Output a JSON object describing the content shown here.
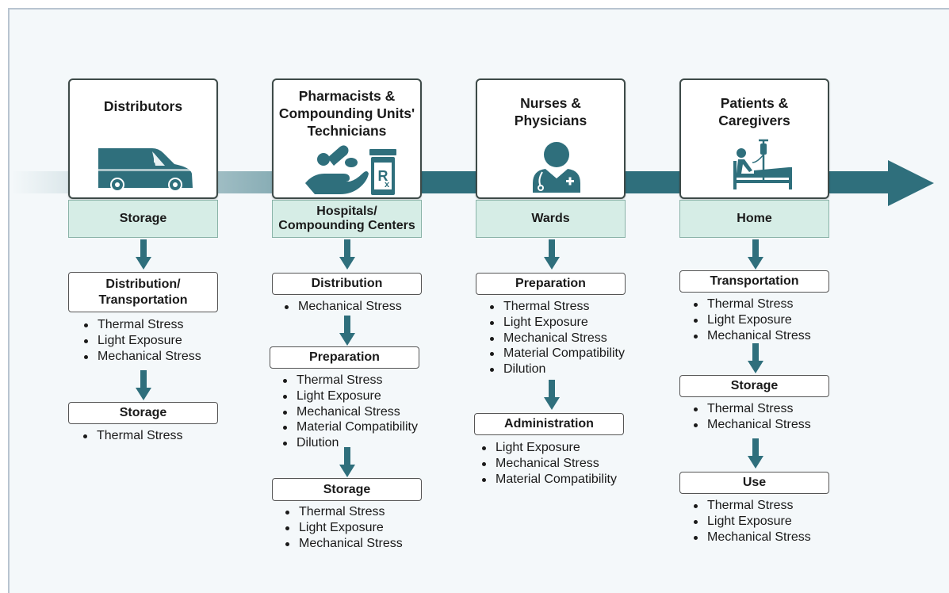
{
  "colors": {
    "timeline_arrow": "#2f6f7c",
    "small_arrow": "#2f6f7c",
    "setting_fill": "#d6ede6",
    "box_border": "#3d4a48"
  },
  "stages": [
    {
      "title": "Distributors",
      "icon": "delivery-van-icon",
      "setting": "Storage",
      "steps": [
        {
          "label": "Distribution/ Transportation",
          "bullets": [
            "Thermal Stress",
            "Light Exposure",
            "Mechanical Stress"
          ]
        },
        {
          "label": "Storage",
          "bullets": [
            "Thermal Stress"
          ]
        }
      ]
    },
    {
      "title": "Pharmacists & Compounding Units' Technicians",
      "icon": "pills-hand-rx-bottle-icon",
      "setting": "Hospitals/ Compounding Centers",
      "steps": [
        {
          "label": "Distribution",
          "bullets": [
            "Mechanical Stress"
          ]
        },
        {
          "label": "Preparation",
          "bullets": [
            "Thermal Stress",
            "Light Exposure",
            "Mechanical Stress",
            "Material Compatibility",
            "Dilution"
          ]
        },
        {
          "label": "Storage",
          "bullets": [
            "Thermal Stress",
            "Light Exposure",
            "Mechanical Stress"
          ]
        }
      ]
    },
    {
      "title": "Nurses & Physicians",
      "icon": "doctor-stethoscope-icon",
      "setting": "Wards",
      "steps": [
        {
          "label": "Preparation",
          "bullets": [
            "Thermal Stress",
            "Light Exposure",
            "Mechanical Stress",
            "Material Compatibility",
            "Dilution"
          ]
        },
        {
          "label": "Administration",
          "bullets": [
            "Light Exposure",
            "Mechanical Stress",
            "Material Compatibility"
          ]
        }
      ]
    },
    {
      "title": "Patients & Caregivers",
      "icon": "patient-bed-iv-icon",
      "setting": "Home",
      "steps": [
        {
          "label": "Transportation",
          "bullets": [
            "Thermal Stress",
            "Light Exposure",
            "Mechanical Stress"
          ]
        },
        {
          "label": "Storage",
          "bullets": [
            "Thermal Stress",
            "Mechanical Stress"
          ]
        },
        {
          "label": "Use",
          "bullets": [
            "Thermal Stress",
            "Light Exposure",
            "Mechanical Stress"
          ]
        }
      ]
    }
  ]
}
